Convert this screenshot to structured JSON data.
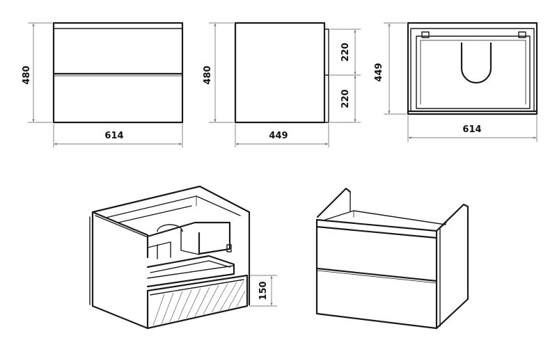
{
  "dimensions": {
    "front_width": "614",
    "front_height": "480",
    "side_depth": "449",
    "side_height": "480",
    "drawer_upper": "220",
    "drawer_lower": "220",
    "top_depth": "449",
    "top_width": "614",
    "drawer_front_height": "150"
  },
  "colors": {
    "line": "#1a1a1a",
    "dimension": "#555555",
    "background": "#ffffff"
  }
}
